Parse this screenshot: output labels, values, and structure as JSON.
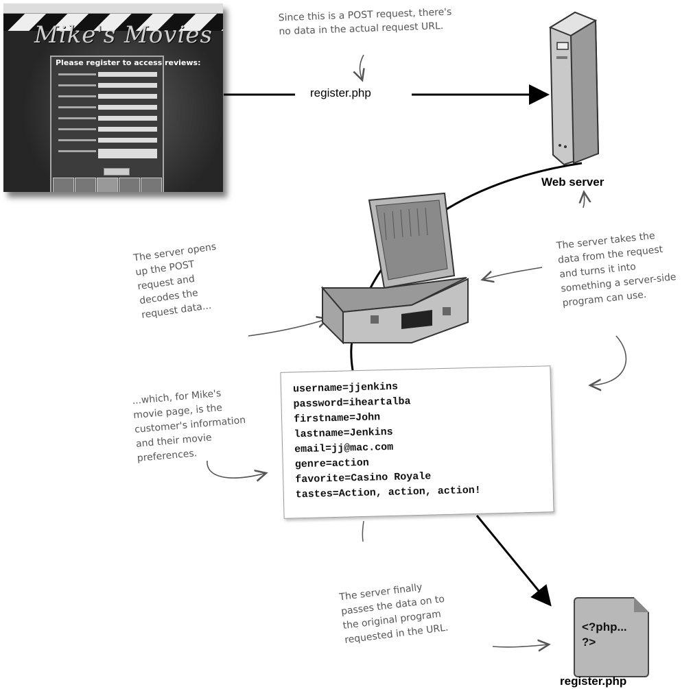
{
  "browser": {
    "logo_text": "Mike's Movies",
    "form_heading": "Please register to access reviews:"
  },
  "labels": {
    "request_url": "register.php",
    "web_server": "Web server",
    "target_file": "register.php",
    "php_open": "<?php...",
    "php_close": "?>"
  },
  "notes": {
    "post_request": [
      "Since this is a POST request, there's",
      "no data in the actual request URL."
    ],
    "server_opens": [
      "The server opens",
      "up the POST",
      "request and",
      "decodes the",
      "request data..."
    ],
    "server_takes": [
      "The server takes the",
      "data from the request",
      "and turns it into",
      "something a server-side",
      "program can use."
    ],
    "which_for_mike": [
      "...which, for Mike's",
      "movie page, is the",
      "customer's information",
      "and their movie",
      "preferences."
    ],
    "server_finally": [
      "The server finally",
      "passes the data on to",
      "the original program",
      "requested in the URL."
    ]
  },
  "request_data": [
    "username=jjenkins",
    "password=iheartalba",
    "firstname=John",
    "lastname=Jenkins",
    "email=jj@mac.com",
    "genre=action",
    "favorite=Casino Royale",
    "tastes=Action, action, action!"
  ]
}
